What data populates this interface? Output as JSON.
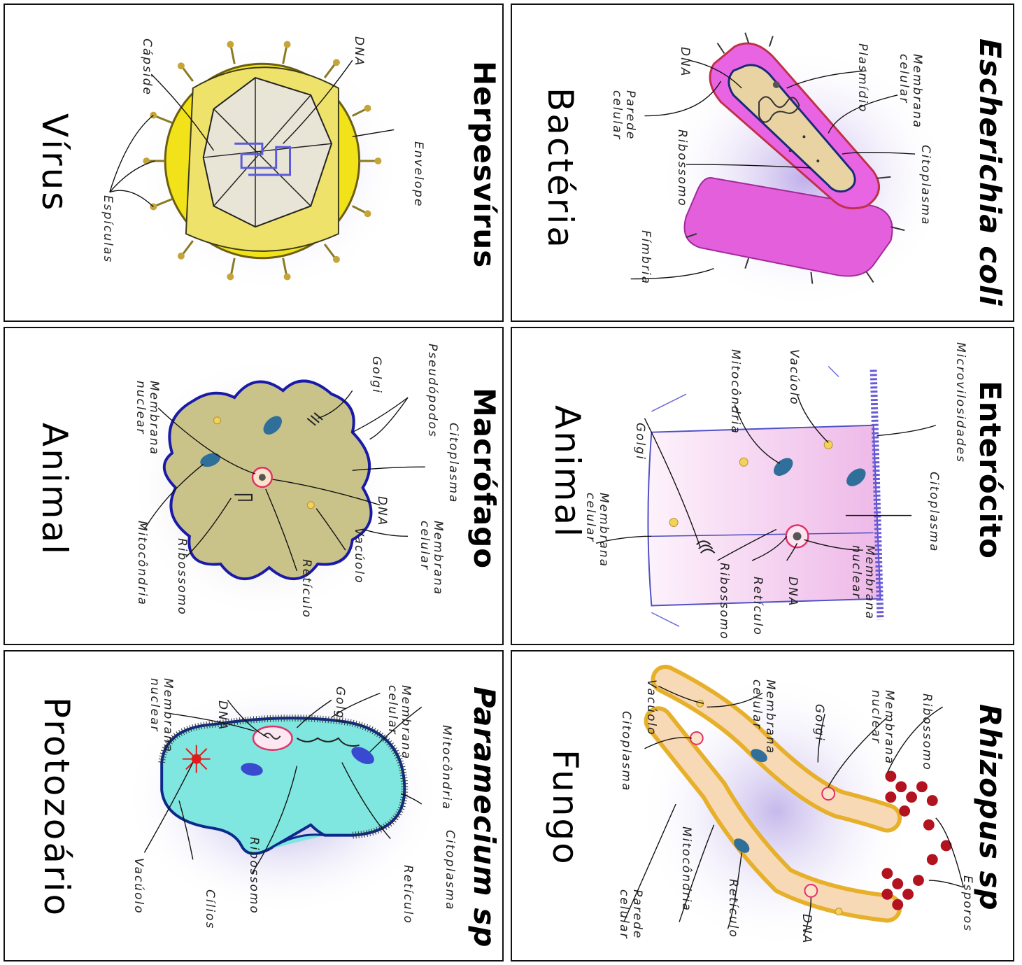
{
  "cards": {
    "ecoli": {
      "title": "Escherichia coli",
      "kingdom": "Bactéria",
      "labels": {
        "dna": "DNA",
        "plasmidio": "Plasmídio",
        "membrana_celular": "Membrana\ncelular",
        "parede_celular": "Parede\ncelular",
        "ribossomo": "Ribossomo",
        "citoplasma": "Citoplasma",
        "fimbria": "Fímbria"
      }
    },
    "herpes": {
      "title": "Herpesvírus",
      "kingdom": "Vírus",
      "labels": {
        "capside": "Cápside",
        "dna": "DNA",
        "envelope": "Envelope",
        "espiculas": "Espículas"
      }
    },
    "enterocito": {
      "title": "Enterócito",
      "kingdom": "Animal",
      "labels": {
        "microvilosidades": "Microvilosidades",
        "vacuolo": "Vacúolo",
        "mitocondria": "Mitocôndria",
        "golgi": "Golgi",
        "citoplasma": "Citoplasma",
        "membrana_nuclear": "Membrana\nnuclear",
        "dna": "DNA",
        "reticulo": "Retículo",
        "ribossomo": "Ribossomo",
        "membrana_celular": "Membrana\ncelular"
      }
    },
    "macrofago": {
      "title": "Macrófago",
      "kingdom": "Animal",
      "labels": {
        "pseudopodos": "Pseudópodos",
        "golgi": "Golgi",
        "membrana_nuclear": "Membrana\nnuclear",
        "citoplasma": "Citoplasma",
        "dna": "DNA",
        "membrana_celular": "Membrana\ncelular",
        "vacuolo": "Vacúolo",
        "reticulo": "Retículo",
        "ribossomo": "Ribossomo",
        "mitocondria": "Mitocôndria"
      }
    },
    "rhizopus": {
      "title": "Rhizopus sp",
      "kingdom": "Fungo",
      "labels": {
        "ribossomo": "Ribossomo",
        "membrana_nuclear": "Membrana\nnuclear",
        "golgi": "Golgi",
        "membrana_celular": "Membrana\ncelular",
        "vacuolo": "Vacúolo",
        "citoplasma": "Citoplasma",
        "esporos": "Esporos",
        "dna": "DNA",
        "reticulo": "Retículo",
        "mitocondria": "Mitocôndria",
        "parede_celular": "Parede\ncelular"
      }
    },
    "paramecium": {
      "title": "Paramecium  sp",
      "kingdom": "Protozoário",
      "labels": {
        "mitocondria": "Mitocôndria",
        "membrana_celular": "Membrana\ncelular",
        "golgi": "Golgi",
        "dna": "DNA",
        "membrana_nuclear": "Membrana\nnuclear",
        "citoplasma": "Citoplasma",
        "reticulo": "Retículo",
        "ribossomo": "Ribossomo",
        "cilios": "Cílios",
        "vacuolo": "Vacúolo"
      }
    }
  },
  "colors": {
    "ecoli_body": "#e65fe0",
    "virus_body": "#f2e21a",
    "enterocito_body": "#f3c6ef",
    "macrofago_body": "#c9c38a",
    "rhizopus_body": "#f7d9b5",
    "paramecium_body": "#7fe6e0",
    "mitocondria": "#2f6f9a",
    "esporos": "#b3121f"
  }
}
